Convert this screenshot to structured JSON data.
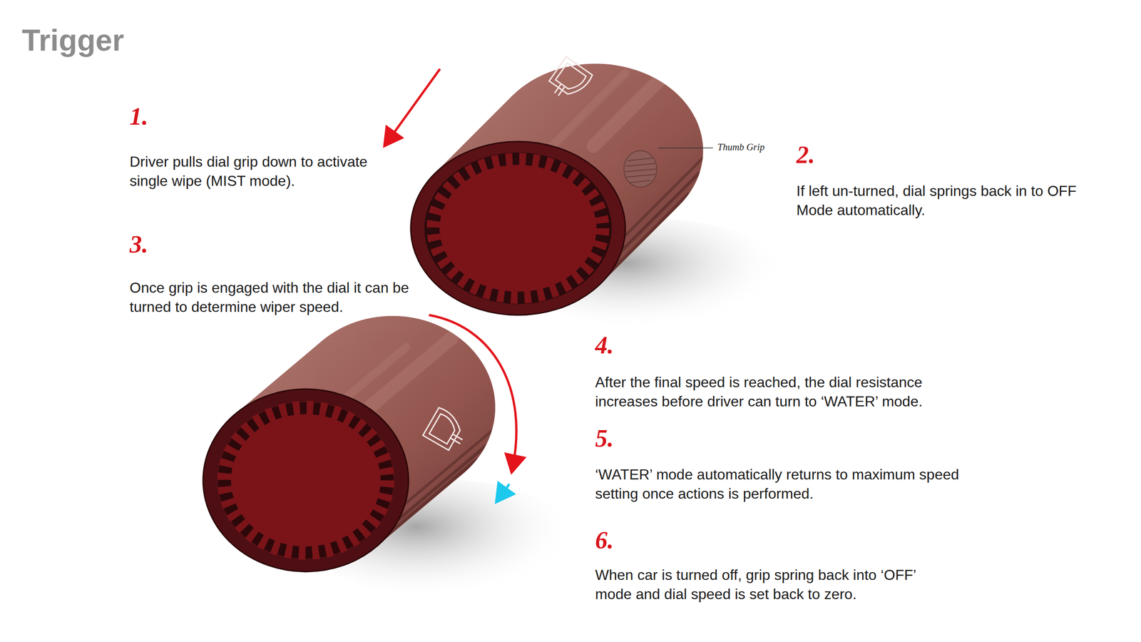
{
  "diagram": {
    "title": "Trigger",
    "labels": [
      "1.",
      "Driver pulls dial grip down to activate single wipe (MIST mode).",
      "Thumb Grip",
      "2.",
      "If left un-turned, dial springs back in to OFF Mode automatically.",
      "3.",
      "Once grip is engaged with the dial it can be turned to determine wiper speed.",
      "4.",
      "After the final speed is reached, the dial resistance increases before driver can turn to ‘WATER’ mode.",
      "5.",
      "‘WATER’ mode automatically returns to maximum speed setting once actions is performed.",
      "6.",
      "When car is turned off, grip spring back into ‘OFF’ mode and dial speed is set back to zero."
    ]
  }
}
